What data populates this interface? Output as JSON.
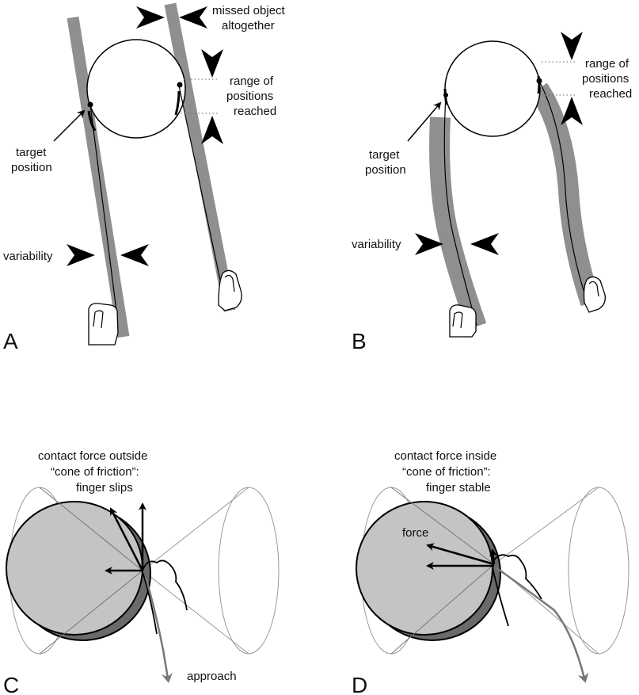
{
  "panels": {
    "a": {
      "letter": "A",
      "missed_label_line1": "missed object",
      "missed_label_line2": "altogether",
      "range_label_line1": "range of",
      "range_label_line2": "positions",
      "range_label_line3": "reached",
      "target_label_line1": "target",
      "target_label_line2": "position",
      "variability_label": "variability"
    },
    "b": {
      "letter": "B",
      "range_label_line1": "range of",
      "range_label_line2": "positions",
      "range_label_line3": "reached",
      "target_label_line1": "target",
      "target_label_line2": "position",
      "variability_label": "variability"
    },
    "c": {
      "letter": "C",
      "title_line1": "contact force outside",
      "title_line2": "“cone of friction”:",
      "title_line3": "finger slips",
      "approach_label": "approach"
    },
    "d": {
      "letter": "D",
      "title_line1": "contact force inside",
      "title_line2": "“cone of friction”:",
      "title_line3": "finger stable",
      "force_label": "force"
    }
  },
  "colors": {
    "band": "#8f8f8f",
    "disk_face": "#c4c4c4",
    "disk_rim": "#6a6a6a",
    "approach_path": "#777777",
    "ink": "#000000"
  }
}
